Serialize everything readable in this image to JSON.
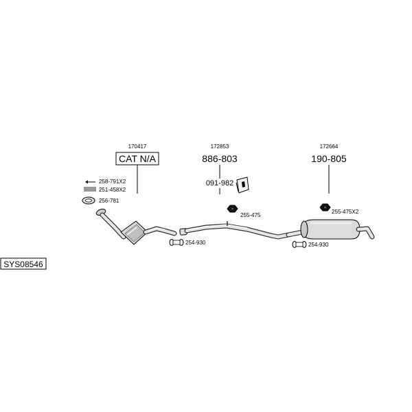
{
  "system_code": "SYS08546",
  "groups": [
    {
      "ref": "170417",
      "label": "CAT N/A"
    },
    {
      "ref": "172853",
      "label": "886-803"
    },
    {
      "ref": "172664",
      "label": "190-805"
    }
  ],
  "parts": {
    "bolt": "258-791X2",
    "spring": "251-458X2",
    "gasket_front": "256-781",
    "clamp_front": "254-930",
    "hanger": "091-982",
    "nut_middle": "255-475",
    "nut_rear": "255-475X2",
    "clamp_rear": "254-930"
  }
}
